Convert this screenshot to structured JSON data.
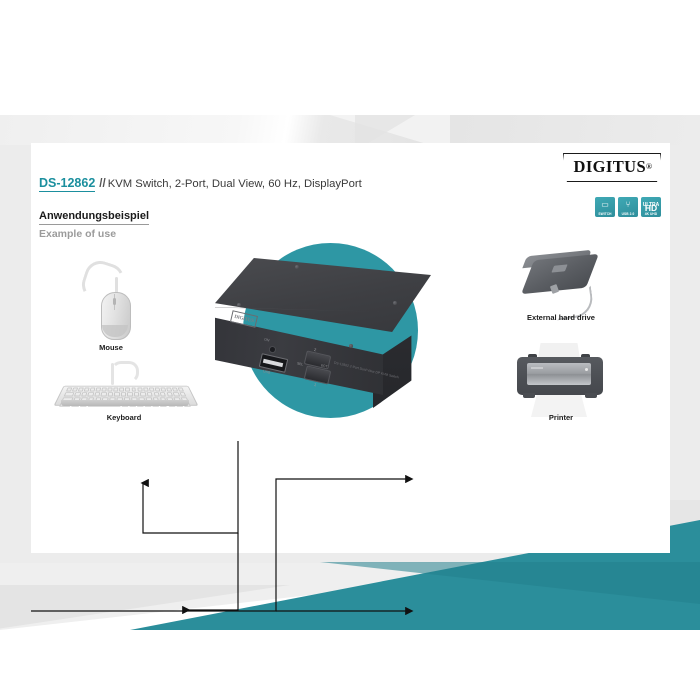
{
  "header": {
    "sku": "DS-12862",
    "separator": "//",
    "description": "KVM Switch, 2-Port, Dual View, 60 Hz, DisplayPort",
    "brand": "DIGITUS",
    "brand_registered": "®"
  },
  "section": {
    "title_de": "Anwendungsbeispiel",
    "title_en": "Example of use"
  },
  "badges": [
    {
      "name": "kvm-switch-badge",
      "glyph": "▭",
      "label": "SWITCH"
    },
    {
      "name": "usb-badge",
      "glyph": "⑂",
      "label": "USB 2.0"
    },
    {
      "name": "ultra-hd-badge",
      "glyph": "ULTRA",
      "big": "HD",
      "label": "4K UHD"
    }
  ],
  "device": {
    "brand_label": "DIGITUS",
    "led_label": "ON",
    "usb_label": "USB",
    "button_top": "2",
    "button_bottom": "1",
    "select_label_left": "SEL",
    "select_label_right": "ECT",
    "rear_text": "DS-12862 2-Port\nDual View DP KVM Switch"
  },
  "peripherals": [
    {
      "name": "mouse",
      "label": "Mouse"
    },
    {
      "name": "keyboard",
      "label": "Keyboard"
    },
    {
      "name": "external-hard-drive",
      "label": "External hard drive"
    },
    {
      "name": "printer",
      "label": "Printer"
    }
  ],
  "colors": {
    "teal": "#2e97a4",
    "teal_dark": "#23808c",
    "sku_teal": "#1b8f9e",
    "gray_band": "#ececec",
    "device_dark": "#3b3c41"
  }
}
